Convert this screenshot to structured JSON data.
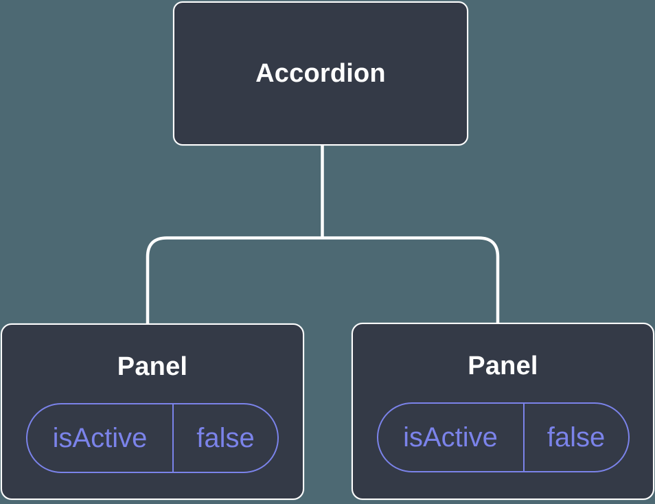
{
  "diagram": {
    "root": {
      "label": "Accordion"
    },
    "panels": [
      {
        "label": "Panel",
        "state_name": "isActive",
        "state_value": "false"
      },
      {
        "label": "Panel",
        "state_name": "isActive",
        "state_value": "false"
      }
    ],
    "colors": {
      "background": "#4D6973",
      "card": "#343A47",
      "card_border": "#FFFFFF",
      "connector": "#FFFFFF",
      "accent": "#7B83EA",
      "title_text": "#FFFFFF"
    }
  }
}
